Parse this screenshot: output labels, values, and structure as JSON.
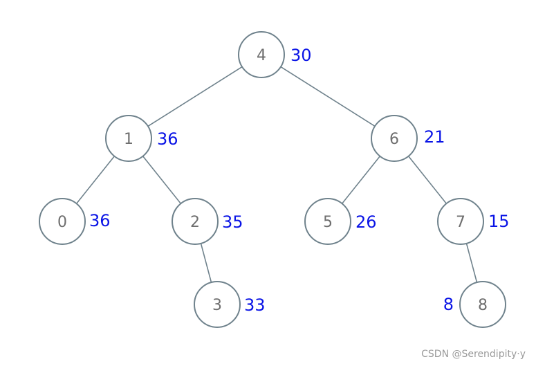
{
  "tree": {
    "nodes": [
      {
        "id": "n4",
        "key": "4",
        "sum": "30"
      },
      {
        "id": "n1",
        "key": "1",
        "sum": "36"
      },
      {
        "id": "n6",
        "key": "6",
        "sum": "21"
      },
      {
        "id": "n0",
        "key": "0",
        "sum": "36"
      },
      {
        "id": "n2",
        "key": "2",
        "sum": "35"
      },
      {
        "id": "n5",
        "key": "5",
        "sum": "26"
      },
      {
        "id": "n7",
        "key": "7",
        "sum": "15"
      },
      {
        "id": "n3",
        "key": "3",
        "sum": "33"
      },
      {
        "id": "n8",
        "key": "8",
        "sum": "8"
      }
    ],
    "edges": [
      [
        "n4",
        "n1"
      ],
      [
        "n4",
        "n6"
      ],
      [
        "n1",
        "n0"
      ],
      [
        "n1",
        "n2"
      ],
      [
        "n6",
        "n5"
      ],
      [
        "n6",
        "n7"
      ],
      [
        "n2",
        "n3"
      ],
      [
        "n7",
        "n8"
      ]
    ]
  },
  "watermark": "CSDN @Serendipity·y",
  "colors": {
    "edge": "#6f828c",
    "node_text": "#6e6e6e",
    "sum_text": "#0a14e6"
  }
}
